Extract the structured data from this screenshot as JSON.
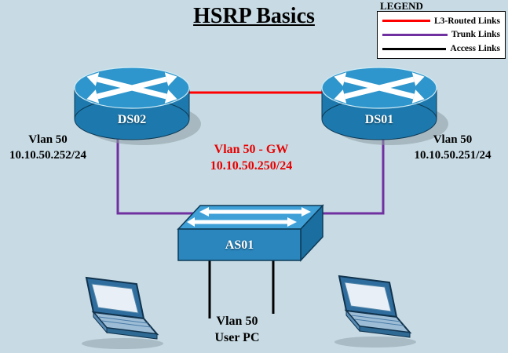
{
  "title": "HSRP Basics",
  "legend": {
    "title": "LEGEND",
    "items": [
      {
        "name": "l3-routed-links",
        "label": "L3-Routed Links",
        "color": "#ff0000"
      },
      {
        "name": "trunk-links",
        "label": "Trunk Links",
        "color": "#7030a0"
      },
      {
        "name": "access-links",
        "label": "Access Links",
        "color": "#000000"
      }
    ]
  },
  "devices": {
    "ds02": "DS02",
    "ds01": "DS01",
    "as01": "AS01"
  },
  "icons": {
    "ds02": "multilayer-switch-icon",
    "ds01": "multilayer-switch-icon",
    "as01": "workgroup-switch-icon",
    "pc_left": "laptop-icon",
    "pc_right": "laptop-icon"
  },
  "annotations": {
    "vlan_left": {
      "line1": "Vlan 50",
      "line2": "10.10.50.252/24"
    },
    "vlan_gw": {
      "line1": "Vlan 50 - GW",
      "line2": "10.10.50.250/24"
    },
    "vlan_right": {
      "line1": "Vlan 50",
      "line2": "10.10.50.251/24"
    },
    "user_pc": {
      "line1": "Vlan 50",
      "line2": "User PC"
    }
  },
  "links": [
    {
      "from": "DS02",
      "to": "DS01",
      "type": "l3-routed",
      "color": "#ff0000"
    },
    {
      "from": "DS02",
      "to": "AS01",
      "type": "trunk",
      "color": "#7030a0"
    },
    {
      "from": "DS01",
      "to": "AS01",
      "type": "trunk",
      "color": "#7030a0"
    },
    {
      "from": "AS01",
      "to": "user-pc-left",
      "type": "access",
      "color": "#000000"
    },
    {
      "from": "AS01",
      "to": "user-pc-right",
      "type": "access",
      "color": "#000000"
    }
  ],
  "colors": {
    "background": "#c8dbe4",
    "l3_link": "#ff0000",
    "trunk_link": "#7030a0",
    "access_link": "#000000",
    "gw_text": "#e80000",
    "device_blue": "#2e96cc"
  }
}
